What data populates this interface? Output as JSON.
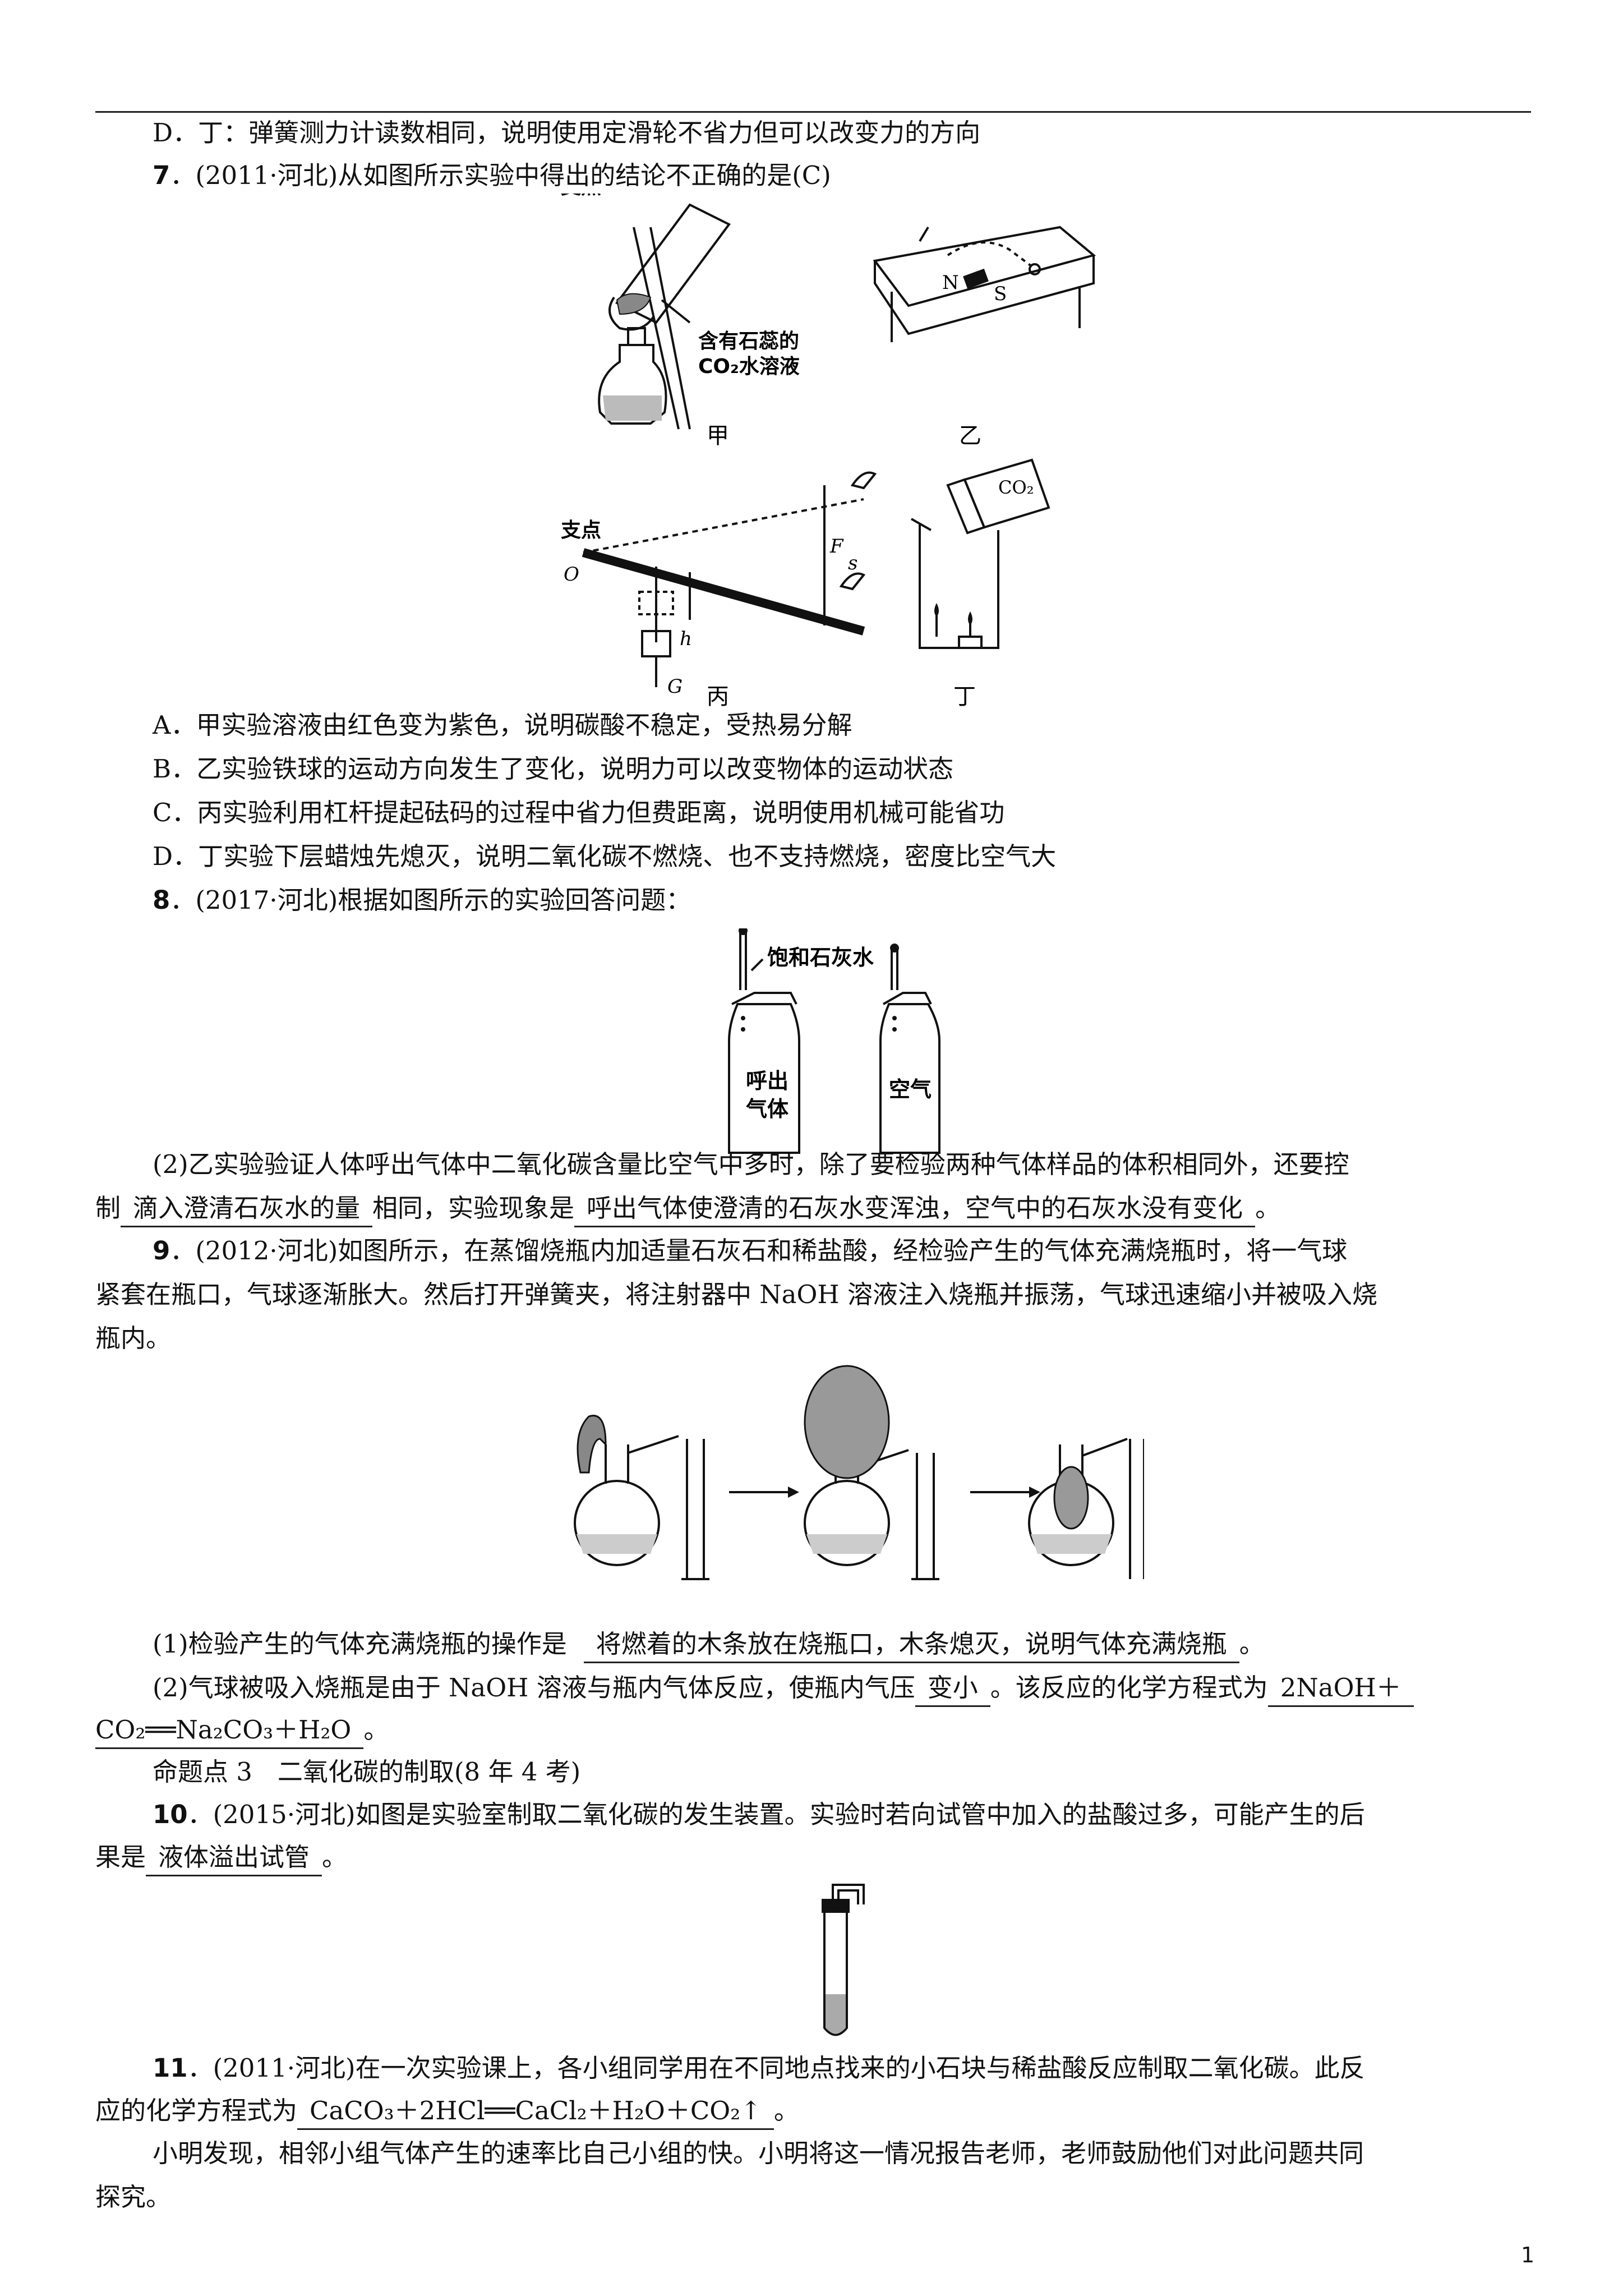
{
  "page_number": "1",
  "lines": {
    "l_d6": "D．丁：弹簧测力计读数相同，说明使用定滑轮不省力但可以改变力的方向",
    "q7_num": "7",
    "q7_text": "．(2011·河北)从如图所示实验中得出的结论不正确的是(C)",
    "q7_a": "A．甲实验溶液由红色变为紫色，说明碳酸不稳定，受热易分解",
    "q7_b": "B．乙实验铁球的运动方向发生了变化，说明力可以改变物体的运动状态",
    "q7_c": "C．丙实验利用杠杆提起砝码的过程中省力但费距离，说明使用机械可能省功",
    "q7_d": "D．丁实验下层蜡烛先熄灭，说明二氧化碳不燃烧、也不支持燃烧，密度比空气大",
    "q8_num": "8",
    "q8_text": "．(2017·河北)根据如图所示的实验回答问题：",
    "q8_2_a": "(2)乙实验验证人体呼出气体中二氧化碳含量比空气中多时，除了要检验两种气体样品的体积相同外，还要控",
    "q8_2_b_pre": "制",
    "q8_2_ans1": "滴入澄清石灰水的量",
    "q8_2_b_mid": "相同，实验现象是",
    "q8_2_ans2": "呼出气体使澄清的石灰水变浑浊，空气中的石灰水没有变化",
    "q8_2_b_end": "。",
    "q9_num": "9",
    "q9_a": "．(2012·河北)如图所示，在蒸馏烧瓶内加适量石灰石和稀盐酸，经检验产生的气体充满烧瓶时，将一气球",
    "q9_b": "紧套在瓶口，气球逐渐胀大。然后打开弹簧夹，将注射器中 NaOH 溶液注入烧瓶并振荡，气球迅速缩小并被吸入烧",
    "q9_c": "瓶内。",
    "q9_1_pre": "(1)检验产生的气体充满烧瓶的操作是",
    "q9_1_ans": "将燃着的木条放在烧瓶口，木条熄灭，说明气体充满烧瓶",
    "q9_1_end": "。",
    "q9_2_pre": "(2)气球被吸入烧瓶是由于 NaOH 溶液与瓶内气体反应，使瓶内气压",
    "q9_2_ans1": "变小",
    "q9_2_mid": "。该反应的化学方程式为",
    "q9_2_ans2a": "2NaOH＋",
    "q9_2_ans2b": "CO₂══Na₂CO₃＋H₂O",
    "q9_2_end": "。",
    "topic3": "命题点 3　二氧化碳的制取(8 年 4 考)",
    "q10_num": "10",
    "q10_a": "．(2015·河北)如图是实验室制取二氧化碳的发生装置。实验时若向试管中加入的盐酸过多，可能产生的后",
    "q10_b_pre": "果是",
    "q10_ans": "液体溢出试管",
    "q10_b_end": "。",
    "q11_num": "11",
    "q11_a": "．(2011·河北)在一次实验课上，各小组同学用在不同地点找来的小石块与稀盐酸反应制取二氧化碳。此反",
    "q11_b_pre": "应的化学方程式为",
    "q11_ans": "CaCO₃＋2HCl══CaCl₂＋H₂O＋CO₂↑",
    "q11_b_end": "。",
    "q11_c": "小明发现，相邻小组气体产生的速率比自己小组的快。小明将这一情况报告老师，老师鼓励他们对此问题共同",
    "q11_d": "探究。"
  },
  "figures": {
    "fig7": {
      "jia_label_1": "含有石蕊的",
      "jia_label_2": "CO₂水溶液",
      "jia": "甲",
      "yi": "乙",
      "yi_n": "N",
      "yi_s": "S",
      "bing": "丙",
      "ding": "丁",
      "pivot": "支点",
      "o": "O",
      "f": "F",
      "s": "s",
      "h": "h",
      "g": "G",
      "co2": "CO₂"
    },
    "fig8": {
      "label_top": "饱和石灰水",
      "left_1": "呼出",
      "left_2": "气体",
      "right": "空气"
    }
  }
}
